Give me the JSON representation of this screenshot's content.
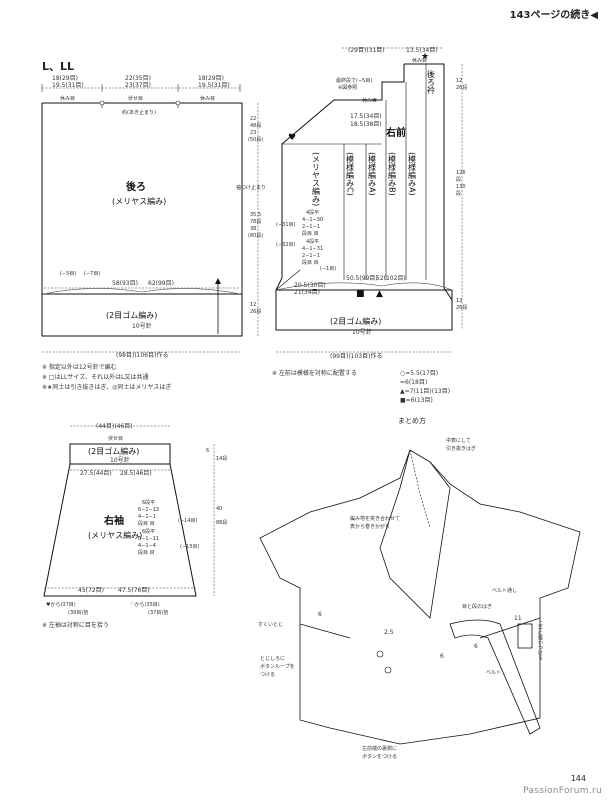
{
  "header": {
    "continue_note": "143ページの続き◀",
    "size_label": "L、LL"
  },
  "back": {
    "title": "後ろ",
    "stitch": "(メリヤス編み)",
    "rib": "(2目ゴム編み)",
    "needle": "10号針",
    "top_left": "18(29目)",
    "top_left2": "19.5(31目)",
    "top_mid": "22(35目)",
    "top_mid2": "23(37目)",
    "top_right": "18(29目)",
    "top_right2": "19.5(31目)",
    "rest_l": "休み目",
    "bind_off": "伏せ目",
    "rest_r": "休み目",
    "shoulder_note": "約(あき止まり)",
    "side_top": "22",
    "side_top2": "48段",
    "side_top3": "23",
    "side_top4": "(50段)",
    "sleeve_mark": "袖つけ止まり",
    "side_body": "35.5",
    "side_body2": "78段",
    "side_body3": "38",
    "side_body4": "(80段)",
    "side_rib": "12",
    "side_rib2": "26段",
    "width_bottom": "58(93目)",
    "width_bottom2": "62(99目)",
    "dec_left": "(−5目)",
    "dec_right": "(−7目)",
    "cast_on": "(98目)(106目)作る"
  },
  "front": {
    "title": "右前",
    "stitch_a": "(メリヤス編み)",
    "pat_c": "(模様編みC)",
    "pat_a": "(模様編みA)",
    "pat_b": "(模様編みB)",
    "pat_a2": "(模様編みA)",
    "rib": "(2目ゴム編み)",
    "needle": "10号針",
    "top1": "(29目)(31目)",
    "top2": "13.5(34目)",
    "rest": "休み目",
    "neck1": "最終段で(−5目)",
    "neck2": "※図参照",
    "neck3": "休み目",
    "neck4": "17.5(34目)",
    "neck5": "18.5(38目)",
    "collar": "後ろ衿",
    "dec1": "4段平",
    "dec2": "4−1−30",
    "dec3": "2−1−1",
    "dec4": "段目 目",
    "dec5": "4段平",
    "dec6": "4−1−31",
    "dec7": "2−1−1",
    "dec8": "段目 目",
    "minus31": "(−31目)",
    "minus32": "(−32目)",
    "minus1": "(−1目)",
    "bottom1": "20.5(30目)",
    "bottom2": "21(34目)",
    "bottom3": "50.5(99目)",
    "bottom4": "52(102目)",
    "side_top": "12",
    "side_top2": "26段",
    "side_body": "126",
    "side_body2": "段",
    "side_body3": "130",
    "side_body4": "段",
    "side_rib": "12",
    "side_rib2": "26段",
    "cast_on": "(99目)(103目)作る"
  },
  "notes_left": {
    "n1": "※ 指定以外は12号針で編む",
    "n2": "※ □はLLサイズ、それ以外はL又は共通",
    "n3": "※★同士は引き抜きはぎ、◎同士はメリヤスはぎ"
  },
  "notes_front": {
    "n1": "※ 左前は模様を対称に配置する",
    "l1": "○=5.5(17目)",
    "l2": "=6(18目)",
    "l3": "▲=7(11目)(13目)",
    "l4": "■=6(13目)"
  },
  "sleeve": {
    "title": "右袖",
    "stitch": "(メリヤス編み)",
    "rib": "(2目ゴム編み)",
    "needle": "10号針",
    "top": "(44目)(46目)",
    "bind_off": "伏せ目",
    "width1": "27.5(44目)",
    "width2": "28.5(46目)",
    "inc1": "6段平",
    "inc2": "6−1−13",
    "inc3": "4−1−1",
    "inc4": "段目 目",
    "inc5": "6段平",
    "inc6": "6−1−11",
    "inc7": "4−1−4",
    "inc8": "段目 目",
    "minus14": "(−14目)",
    "minus15": "(−15目)",
    "side_top": "6",
    "side_top2": "14段",
    "side_body": "40",
    "side_body2": "88段",
    "bottom1": "45(72目)",
    "bottom2": "47.5(76目)",
    "from1": "♥から(37目)",
    "from1b": "(39目)拾",
    "from2": "♡から(35目)",
    "from2b": "(37目)拾",
    "note": "※ 左袖は対称に目を拾う"
  },
  "assembly": {
    "title": "まとめ方",
    "c1": "中表にして",
    "c2": "引き抜きはぎ",
    "c3": "編み地を突き合わせて",
    "c4": "表から巻きかがり",
    "c5": "すくいとじ",
    "c6": "とじしろに",
    "c7": "ボタンループを",
    "c8": "つける",
    "c9": "左前端の裏側に",
    "c10": "ボタンをつける",
    "c11": "ベルト通し",
    "c12": "目と段のはぎ",
    "c13": "ベルト",
    "c14": "上手に縫いつける",
    "d6": "6",
    "d25": "2.5",
    "d6b": "6",
    "d11": "11",
    "d6c": "6"
  },
  "footer": {
    "page": "144",
    "watermark": "PassionForum.ru"
  }
}
